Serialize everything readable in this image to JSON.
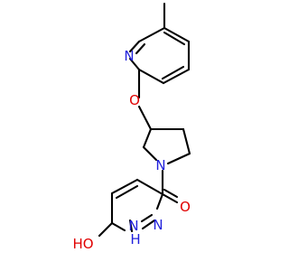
{
  "molecule": {
    "atoms": {
      "ring_nitrogen": {
        "label": "N",
        "color": "#1f1fdc"
      },
      "ether_oxygen": {
        "label": "O",
        "color": "#e00000"
      },
      "pyrrolidine_nitrogen": {
        "label": "N",
        "color": "#1f1fdc"
      },
      "carbonyl_oxygen": {
        "label": "O",
        "color": "#e00000"
      },
      "pyridazine_nitrogen_upper": {
        "label": "N",
        "color": "#1f1fdc"
      },
      "pyridazine_nitrogen_nh": {
        "label": "N",
        "color": "#1f1fdc"
      },
      "nh_hydrogen": {
        "label": "H",
        "color": "#1f1fdc"
      },
      "hydroxyl_oxygen": {
        "label": "HO",
        "color": "#e00000"
      }
    }
  }
}
